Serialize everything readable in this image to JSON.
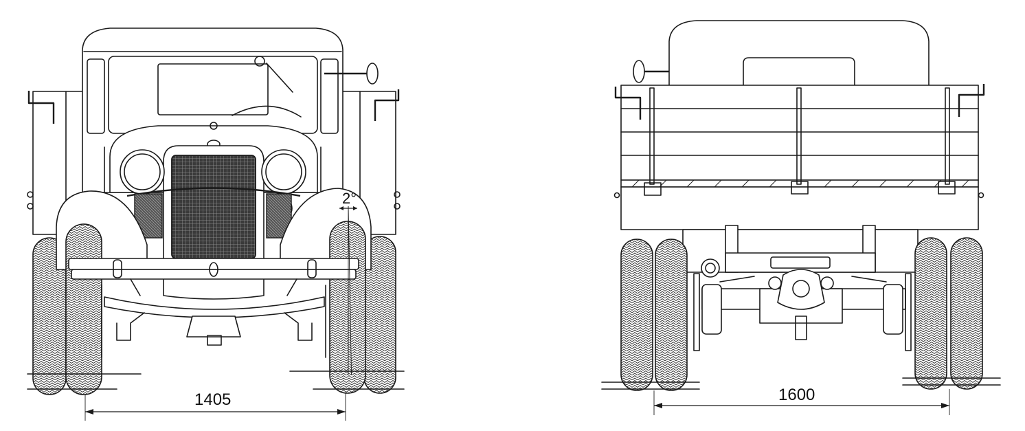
{
  "figure": {
    "front_view": {
      "track_dimension": "1405",
      "camber_angle": "2°"
    },
    "rear_view": {
      "track_dimension": "1600"
    }
  }
}
